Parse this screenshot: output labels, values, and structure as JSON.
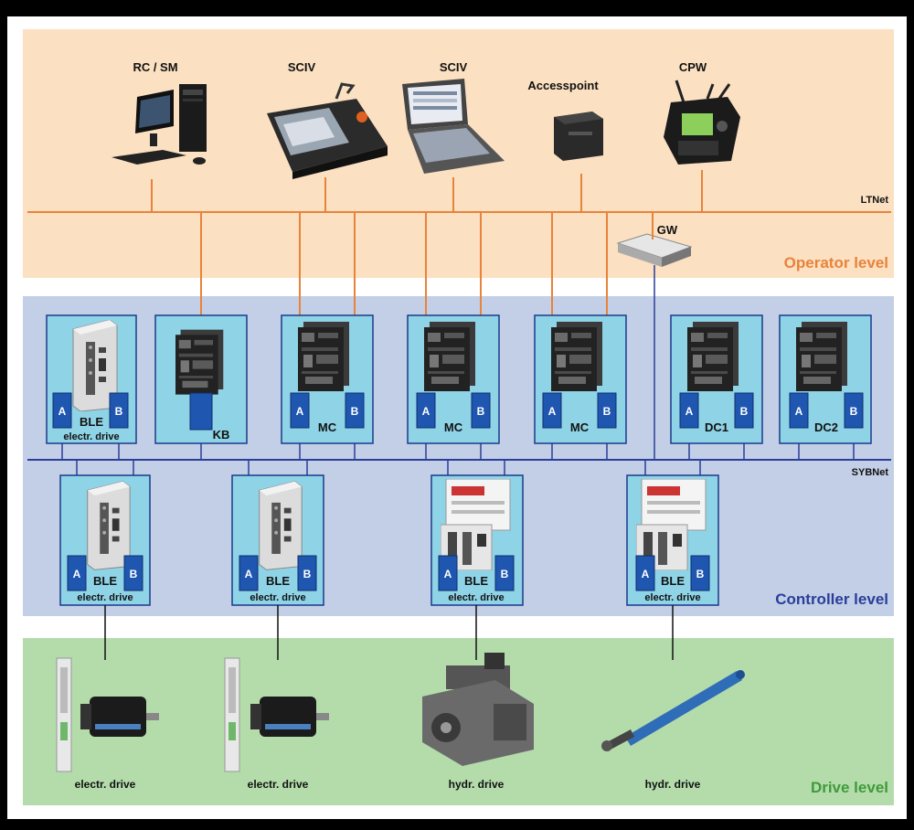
{
  "levels": {
    "operator": "Operator level",
    "controller": "Controller level",
    "drive": "Drive level"
  },
  "buses": {
    "ltnet": "LTNet",
    "sybnet": "SYBNet"
  },
  "operator_devices": {
    "rc_sm": "RC / SM",
    "sciv_1": "SCIV",
    "sciv_2": "SCIV",
    "accesspoint": "Accesspoint",
    "cpw": "CPW",
    "gw": "GW"
  },
  "controllers": {
    "ble_top": "BLE",
    "ble_top_sub": "electr. drive",
    "kb": "KB",
    "mc1": "MC",
    "mc2": "MC",
    "mc3": "MC",
    "dc1": "DC1",
    "dc2": "DC2"
  },
  "lower_controllers": {
    "ble1": "BLE",
    "ble1_sub": "electr. drive",
    "ble2": "BLE",
    "ble2_sub": "electr. drive",
    "ble3": "BLE",
    "ble3_sub": "electr. drive",
    "ble4": "BLE",
    "ble4_sub": "electr. drive"
  },
  "drives": {
    "d1": "electr. drive",
    "d2": "electr. drive",
    "d3": "hydr. drive",
    "d4": "hydr. drive"
  },
  "ports": {
    "a": "A",
    "b": "B"
  },
  "colors": {
    "operator_bg": "#fbe0c2",
    "controller_bg": "#c3cfe6",
    "drive_bg": "#b4dcab",
    "ltnet_line": "#e8833a",
    "sybnet_line": "#2a3e9a",
    "box_fill": "#8fd3e6",
    "box_border": "#1a3a8c",
    "port_fill": "#1f56b0",
    "operator_text": "#e8833a",
    "controller_text": "#2a3e9a",
    "drive_text": "#3f9b3a"
  }
}
